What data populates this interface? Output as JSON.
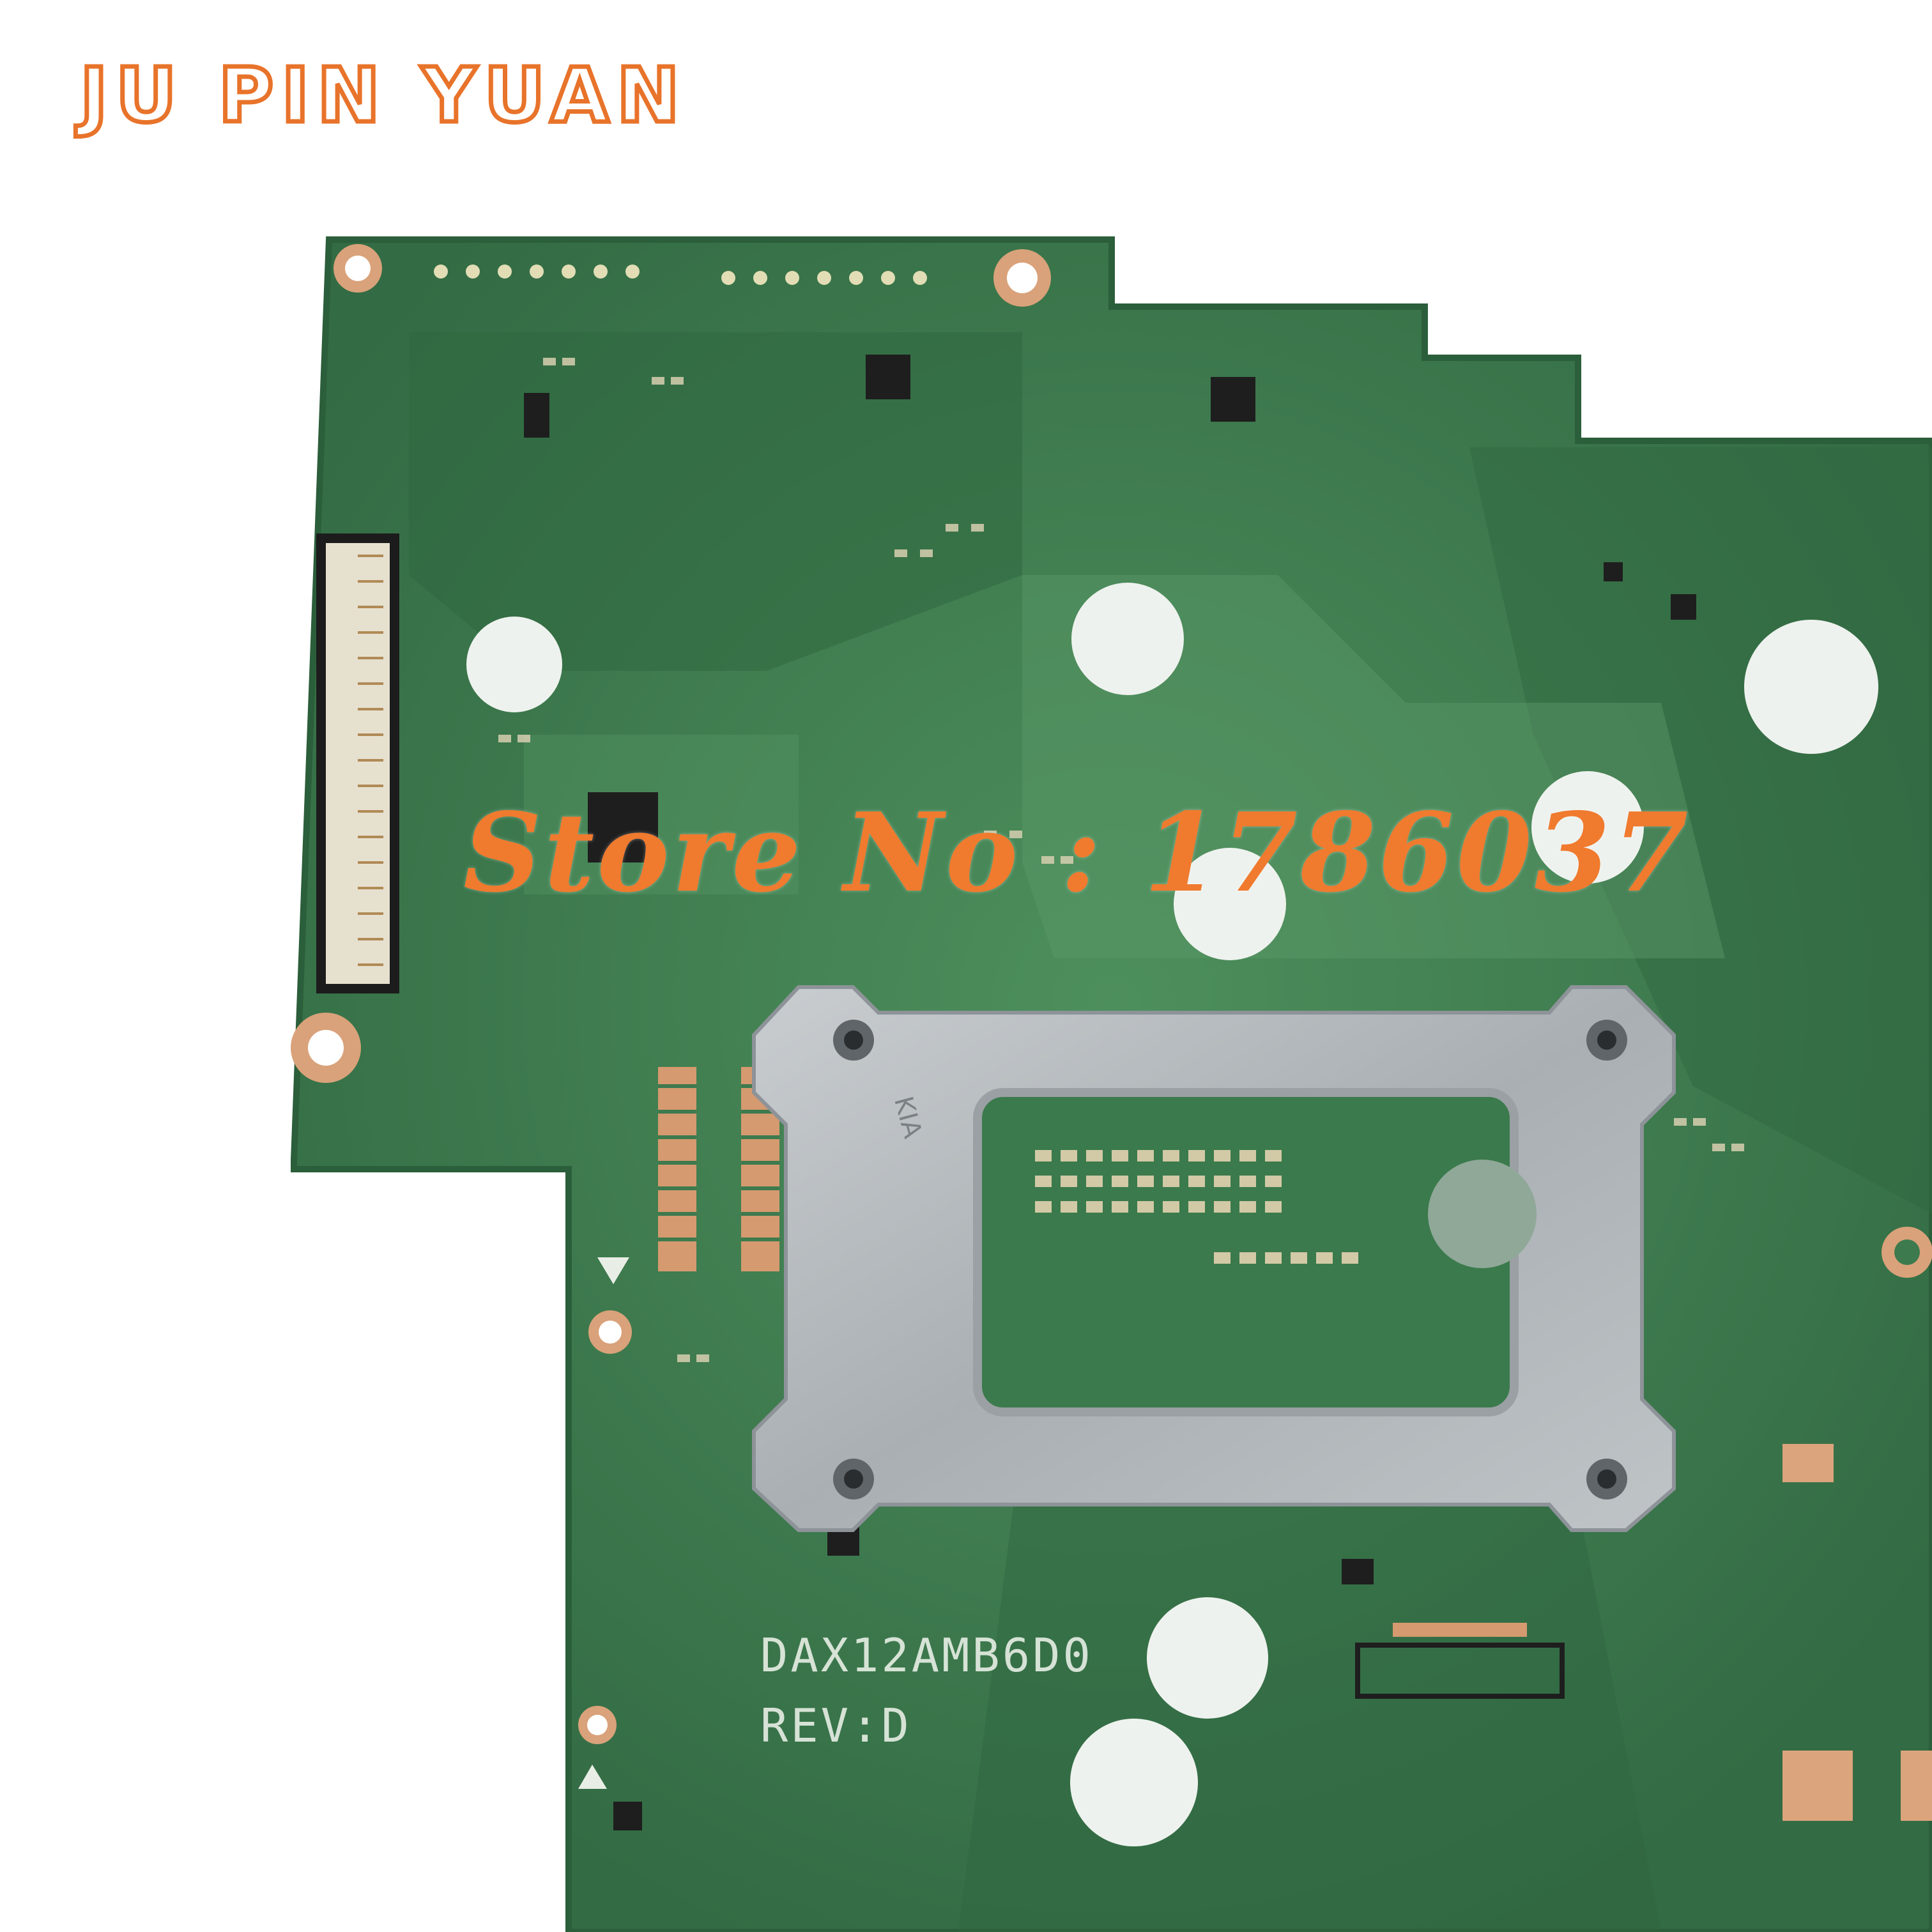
{
  "brand": {
    "text": "JU PIN YUAN"
  },
  "watermark": {
    "text": "Store No : 1786037"
  },
  "silkscreen": {
    "model": "DAX12AMB6D0",
    "revision": "REV:D",
    "bracket_label": "KIA"
  },
  "colors": {
    "board_green": "#3d7a4e",
    "board_edge": "#2f6a40",
    "copper_pad": "#d9a27a",
    "bracket_metal": "#b7bcc0",
    "brand_orange": "#e8732a",
    "watermark_orange": "#f07a2e"
  }
}
